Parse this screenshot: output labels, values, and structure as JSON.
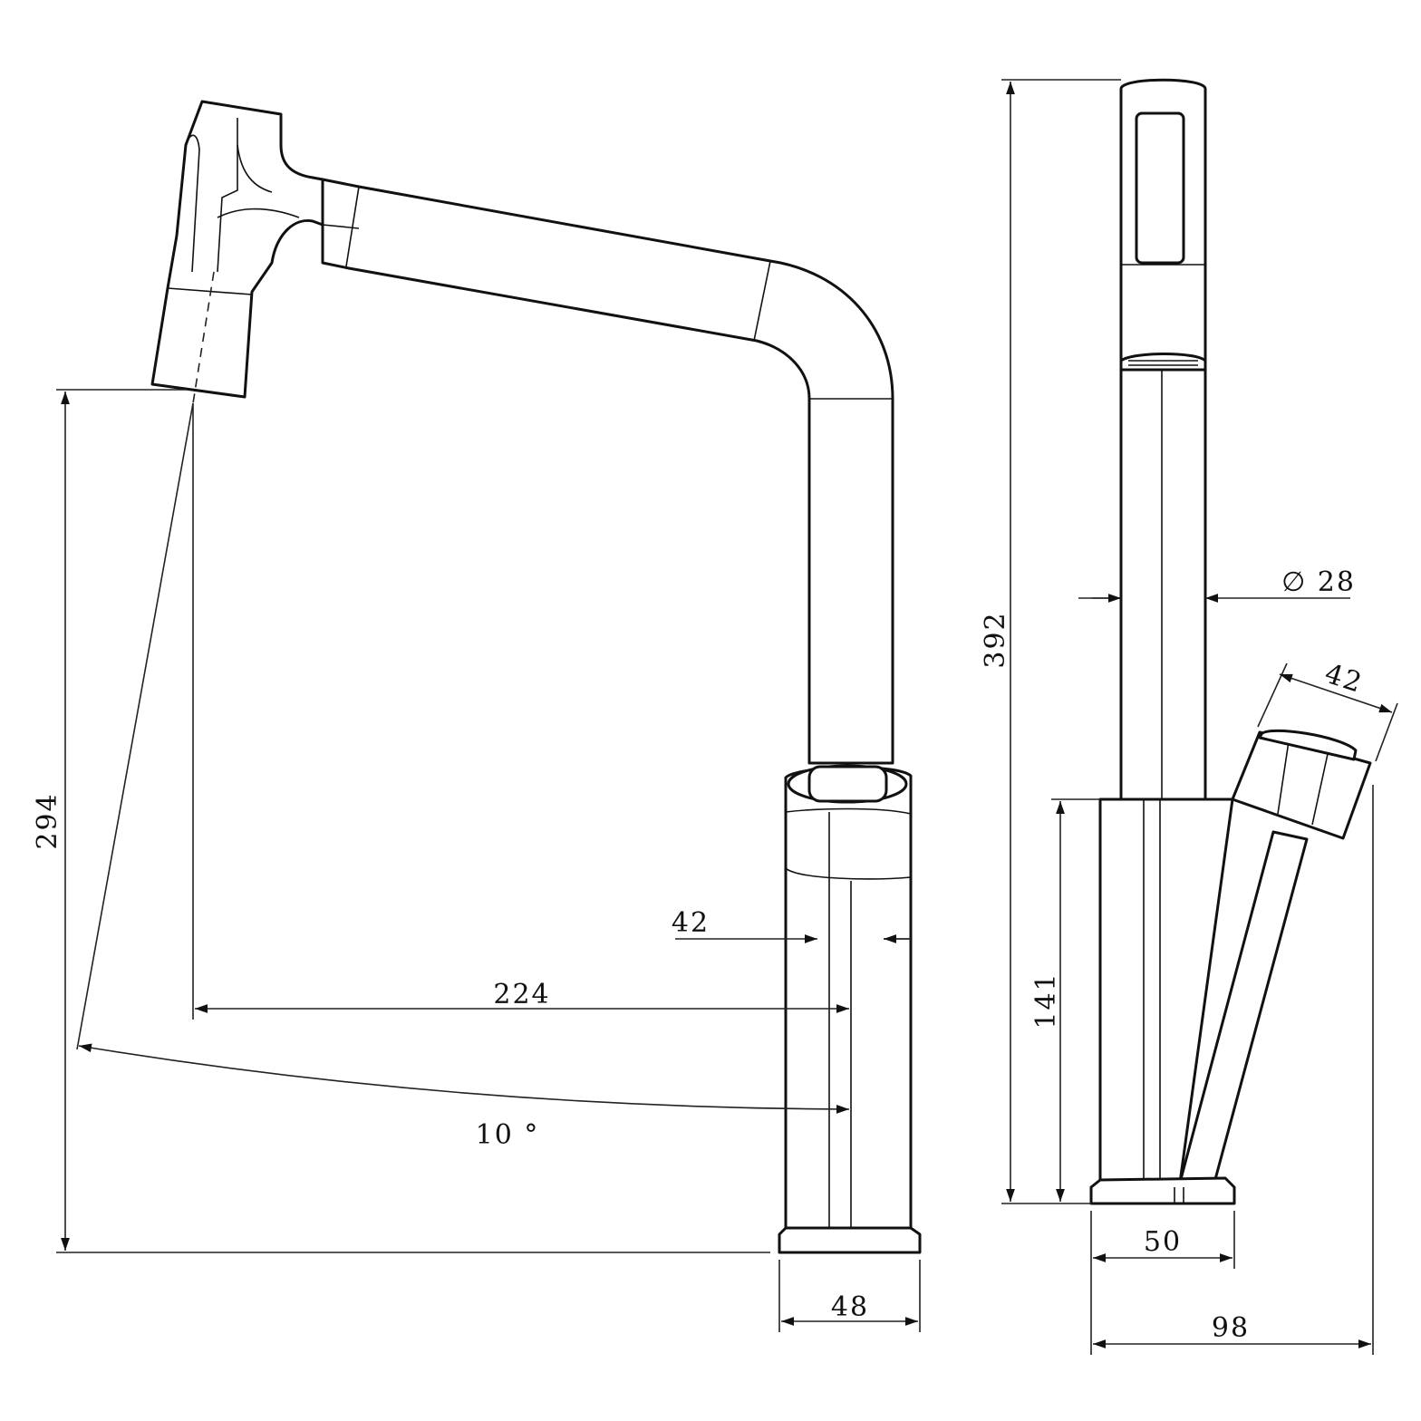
{
  "dimensions": {
    "spout_height": "294",
    "overall_height": "392",
    "spout_reach": "224",
    "body_width": "42",
    "base_width_front": "48",
    "tube_diameter": "∅ 28",
    "handle_width": "42",
    "body_height": "141",
    "base_width_side": "50",
    "overall_depth": "98",
    "swivel_angle": "10 °"
  },
  "colors": {
    "line": "#111111",
    "background": "#ffffff"
  }
}
